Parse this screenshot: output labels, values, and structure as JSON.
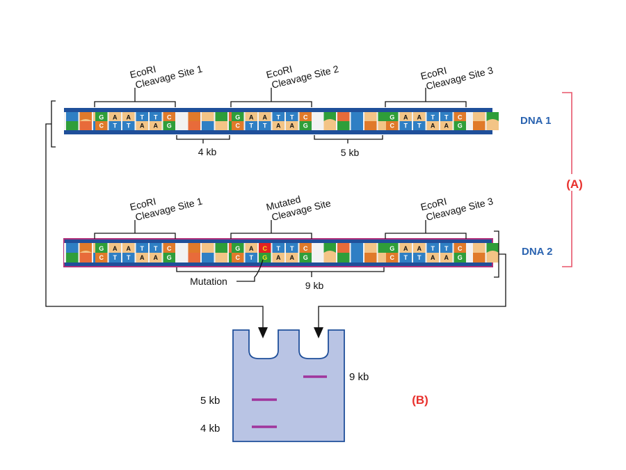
{
  "dna1": {
    "label": "DNA 1",
    "sites": [
      {
        "line1": "EcoRI",
        "line2": "Cleavage Site 1"
      },
      {
        "line1": "EcoRI",
        "line2": "Cleavage Site 2"
      },
      {
        "line1": "EcoRI",
        "line2": "Cleavage Site 3"
      }
    ],
    "fragments": [
      "4 kb",
      "5 kb"
    ],
    "site_top": [
      "G",
      "A",
      "A",
      "T",
      "T",
      "C"
    ],
    "site_bottom": [
      "C",
      "T",
      "T",
      "A",
      "A",
      "G"
    ]
  },
  "dna2": {
    "label": "DNA 2",
    "sites": [
      {
        "line1": "EcoRI",
        "line2": "Cleavage Site 1"
      },
      {
        "line1": "Mutated",
        "line2": "Cleavage Site"
      },
      {
        "line1": "EcoRI",
        "line2": "Cleavage Site 3"
      }
    ],
    "mutated_top": [
      "G",
      "A",
      "C",
      "T",
      "T",
      "C"
    ],
    "mutated_bottom": [
      "C",
      "T",
      "G",
      "A",
      "A",
      "G"
    ],
    "mutation_label": "Mutation",
    "fragment": "9 kb"
  },
  "panel_a": "(A)",
  "panel_b": "(B)",
  "gel": {
    "band_labels": [
      "9 kb",
      "5 kb",
      "4 kb"
    ]
  },
  "colors": {
    "backbone": "#1f4f9a",
    "strand_border": "#b0307a",
    "gel": "#b9c4e4",
    "band": "#a0359c",
    "bracket_red": "#e8556a",
    "site_green": "#2f9e3a",
    "site_orange": "#e07a2a",
    "mutation_red": "#e22222",
    "mutation_yellow": "#f4e21a"
  }
}
